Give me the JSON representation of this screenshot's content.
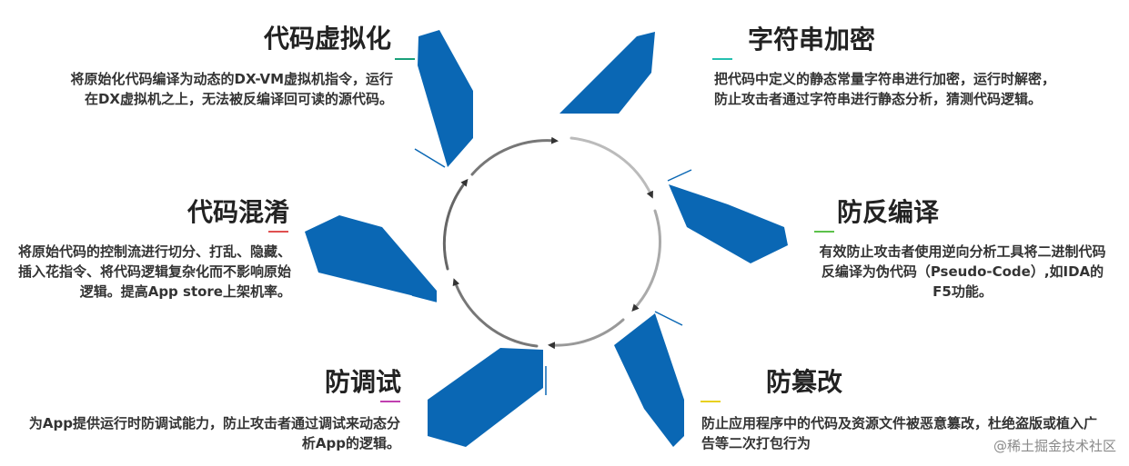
{
  "accent_blue": "#0a67b4",
  "ring_color": "#9a9a9a",
  "features": [
    {
      "title": "代码虚拟化",
      "desc": "将原始化代码编译为动态的DX-VM虚拟机指令，运行在DX虚拟机之上，无法被反编译回可读的源代码。",
      "underline_color": "#1aa07a"
    },
    {
      "title": "字符串加密",
      "desc": "把代码中定义的静态常量字符串进行加密，运行时解密，防止攻击者通过字符串进行静态分析，猜测代码逻辑。",
      "underline_color": "#25c0b0"
    },
    {
      "title": "代码混淆",
      "desc": "将原始代码的控制流进行切分、打乱、隐藏、插入花指令、将代码逻辑复杂化而不影响原始逻辑。提高App store上架机率。",
      "underline_color": "#e05050"
    },
    {
      "title": "防反编译",
      "desc": "有效防止攻击者使用逆向分析工具将二进制代码反编译为伪代码（Pseudo-Code）,如IDA的F5功能。",
      "underline_color": "#5cc14a"
    },
    {
      "title": "防调试",
      "desc": "为App提供运行时防调试能力，防止攻击者通过调试来动态分析App的逻辑。",
      "underline_color": "#c040b0"
    },
    {
      "title": "防篡改",
      "desc": "防止应用程序中的代码及资源文件被恶意篡改，杜绝盗版或植入广告等二次打包行为",
      "underline_color": "#e8d020"
    }
  ],
  "watermark": "@稀土掘金技术社区"
}
